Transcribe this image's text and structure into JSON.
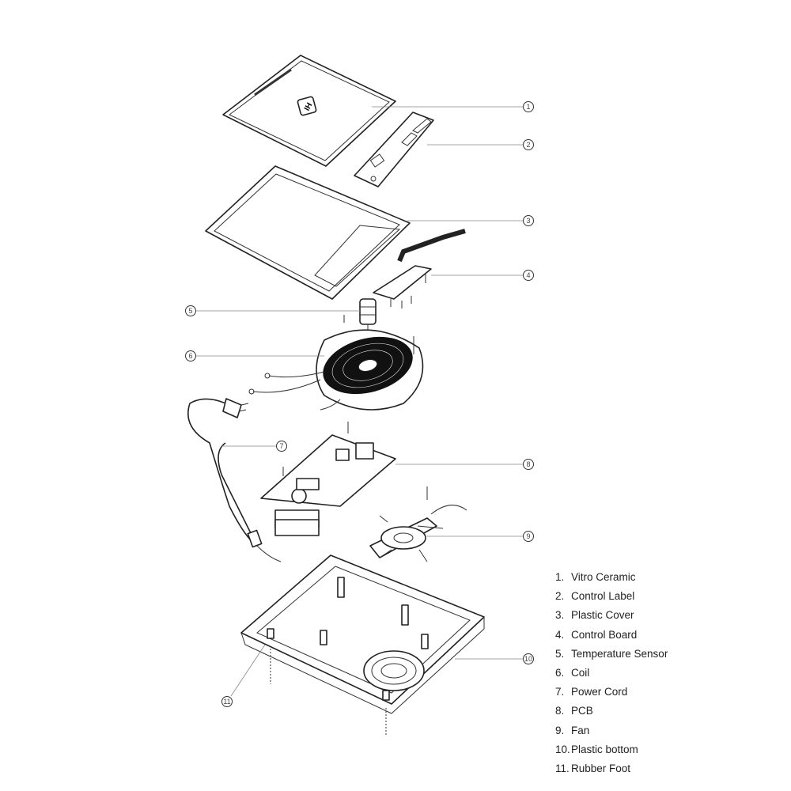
{
  "diagram": {
    "cooktop_logo_text": "IH",
    "callouts": [
      "1",
      "2",
      "3",
      "4",
      "5",
      "6",
      "7",
      "8",
      "9",
      "10",
      "11"
    ]
  },
  "legend": [
    {
      "num": "1.",
      "label": "Vitro Ceramic"
    },
    {
      "num": "2.",
      "label": "Control Label"
    },
    {
      "num": "3.",
      "label": "Plastic Cover"
    },
    {
      "num": "4.",
      "label": "Control Board"
    },
    {
      "num": "5.",
      "label": "Temperature Sensor"
    },
    {
      "num": "6.",
      "label": "Coil"
    },
    {
      "num": "7.",
      "label": "Power Cord"
    },
    {
      "num": "8.",
      "label": "PCB"
    },
    {
      "num": "9.",
      "label": "Fan"
    },
    {
      "num": "10.",
      "label": "Plastic bottom"
    },
    {
      "num": "11.",
      "label": "Rubber Foot"
    }
  ]
}
